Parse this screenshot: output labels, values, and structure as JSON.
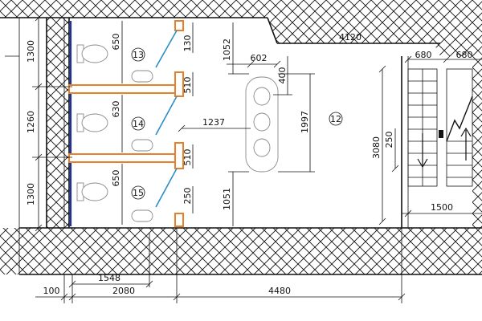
{
  "colors": {
    "partition": "#e8802a",
    "partition_fill": "#ffffff",
    "window": "#1f2fa8",
    "door": "#2a8fc7",
    "ink": "#111111",
    "fixture": "#8a8a8a"
  },
  "rooms": [
    {
      "label": "13"
    },
    {
      "label": "14"
    },
    {
      "label": "15"
    },
    {
      "label": "12"
    }
  ],
  "dims": {
    "left_1300_top": "1300",
    "left_1260": "1260",
    "left_1300_bottom": "1300",
    "stall_650_top": "650",
    "stall_630": "630",
    "stall_650_bottom": "650",
    "d_130": "130",
    "d_510_a": "510",
    "d_510_b": "510",
    "d_250_left": "250",
    "d_1052": "1052",
    "d_1051": "1051",
    "d_1237": "1237",
    "d_602": "602",
    "d_400": "400",
    "d_1997": "1997",
    "d_4120": "4120",
    "d_680_a": "680",
    "d_680_b": "680",
    "d_3080": "3080",
    "d_250_right": "250",
    "d_1500": "1500",
    "d_1548": "1548",
    "d_100": "100",
    "d_2080": "2080",
    "d_4480": "4480"
  }
}
